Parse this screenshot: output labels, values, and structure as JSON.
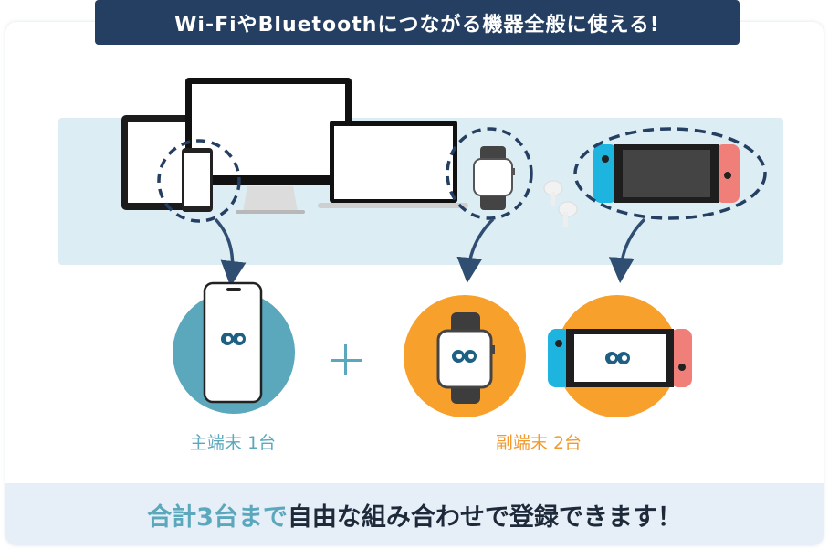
{
  "header": {
    "title": "Wi-FiやBluetoothにつながる機器全般に使える!"
  },
  "colors": {
    "header_bg": "#243f62",
    "band_bg": "#dcedf3",
    "main_accent": "#5ba8bd",
    "sub_accent": "#f29a2e",
    "footer_bg": "#e6eef7",
    "dashed_ring": "#243f62"
  },
  "devices_band": {
    "items": [
      "tablet",
      "smartphone",
      "desktop-monitor",
      "laptop",
      "smartwatch",
      "earbuds",
      "game-console"
    ],
    "highlighted": [
      "smartphone",
      "smartwatch",
      "game-console"
    ]
  },
  "main_device": {
    "label": "主端末 1台",
    "device": "smartphone"
  },
  "plus_symbol": "+",
  "sub_devices": {
    "label": "副端末 2台",
    "devices": [
      "smartwatch",
      "game-console"
    ]
  },
  "footer": {
    "accent_text": "合計3台まで",
    "rest_text": "自由な組み合わせで登録できます！"
  }
}
